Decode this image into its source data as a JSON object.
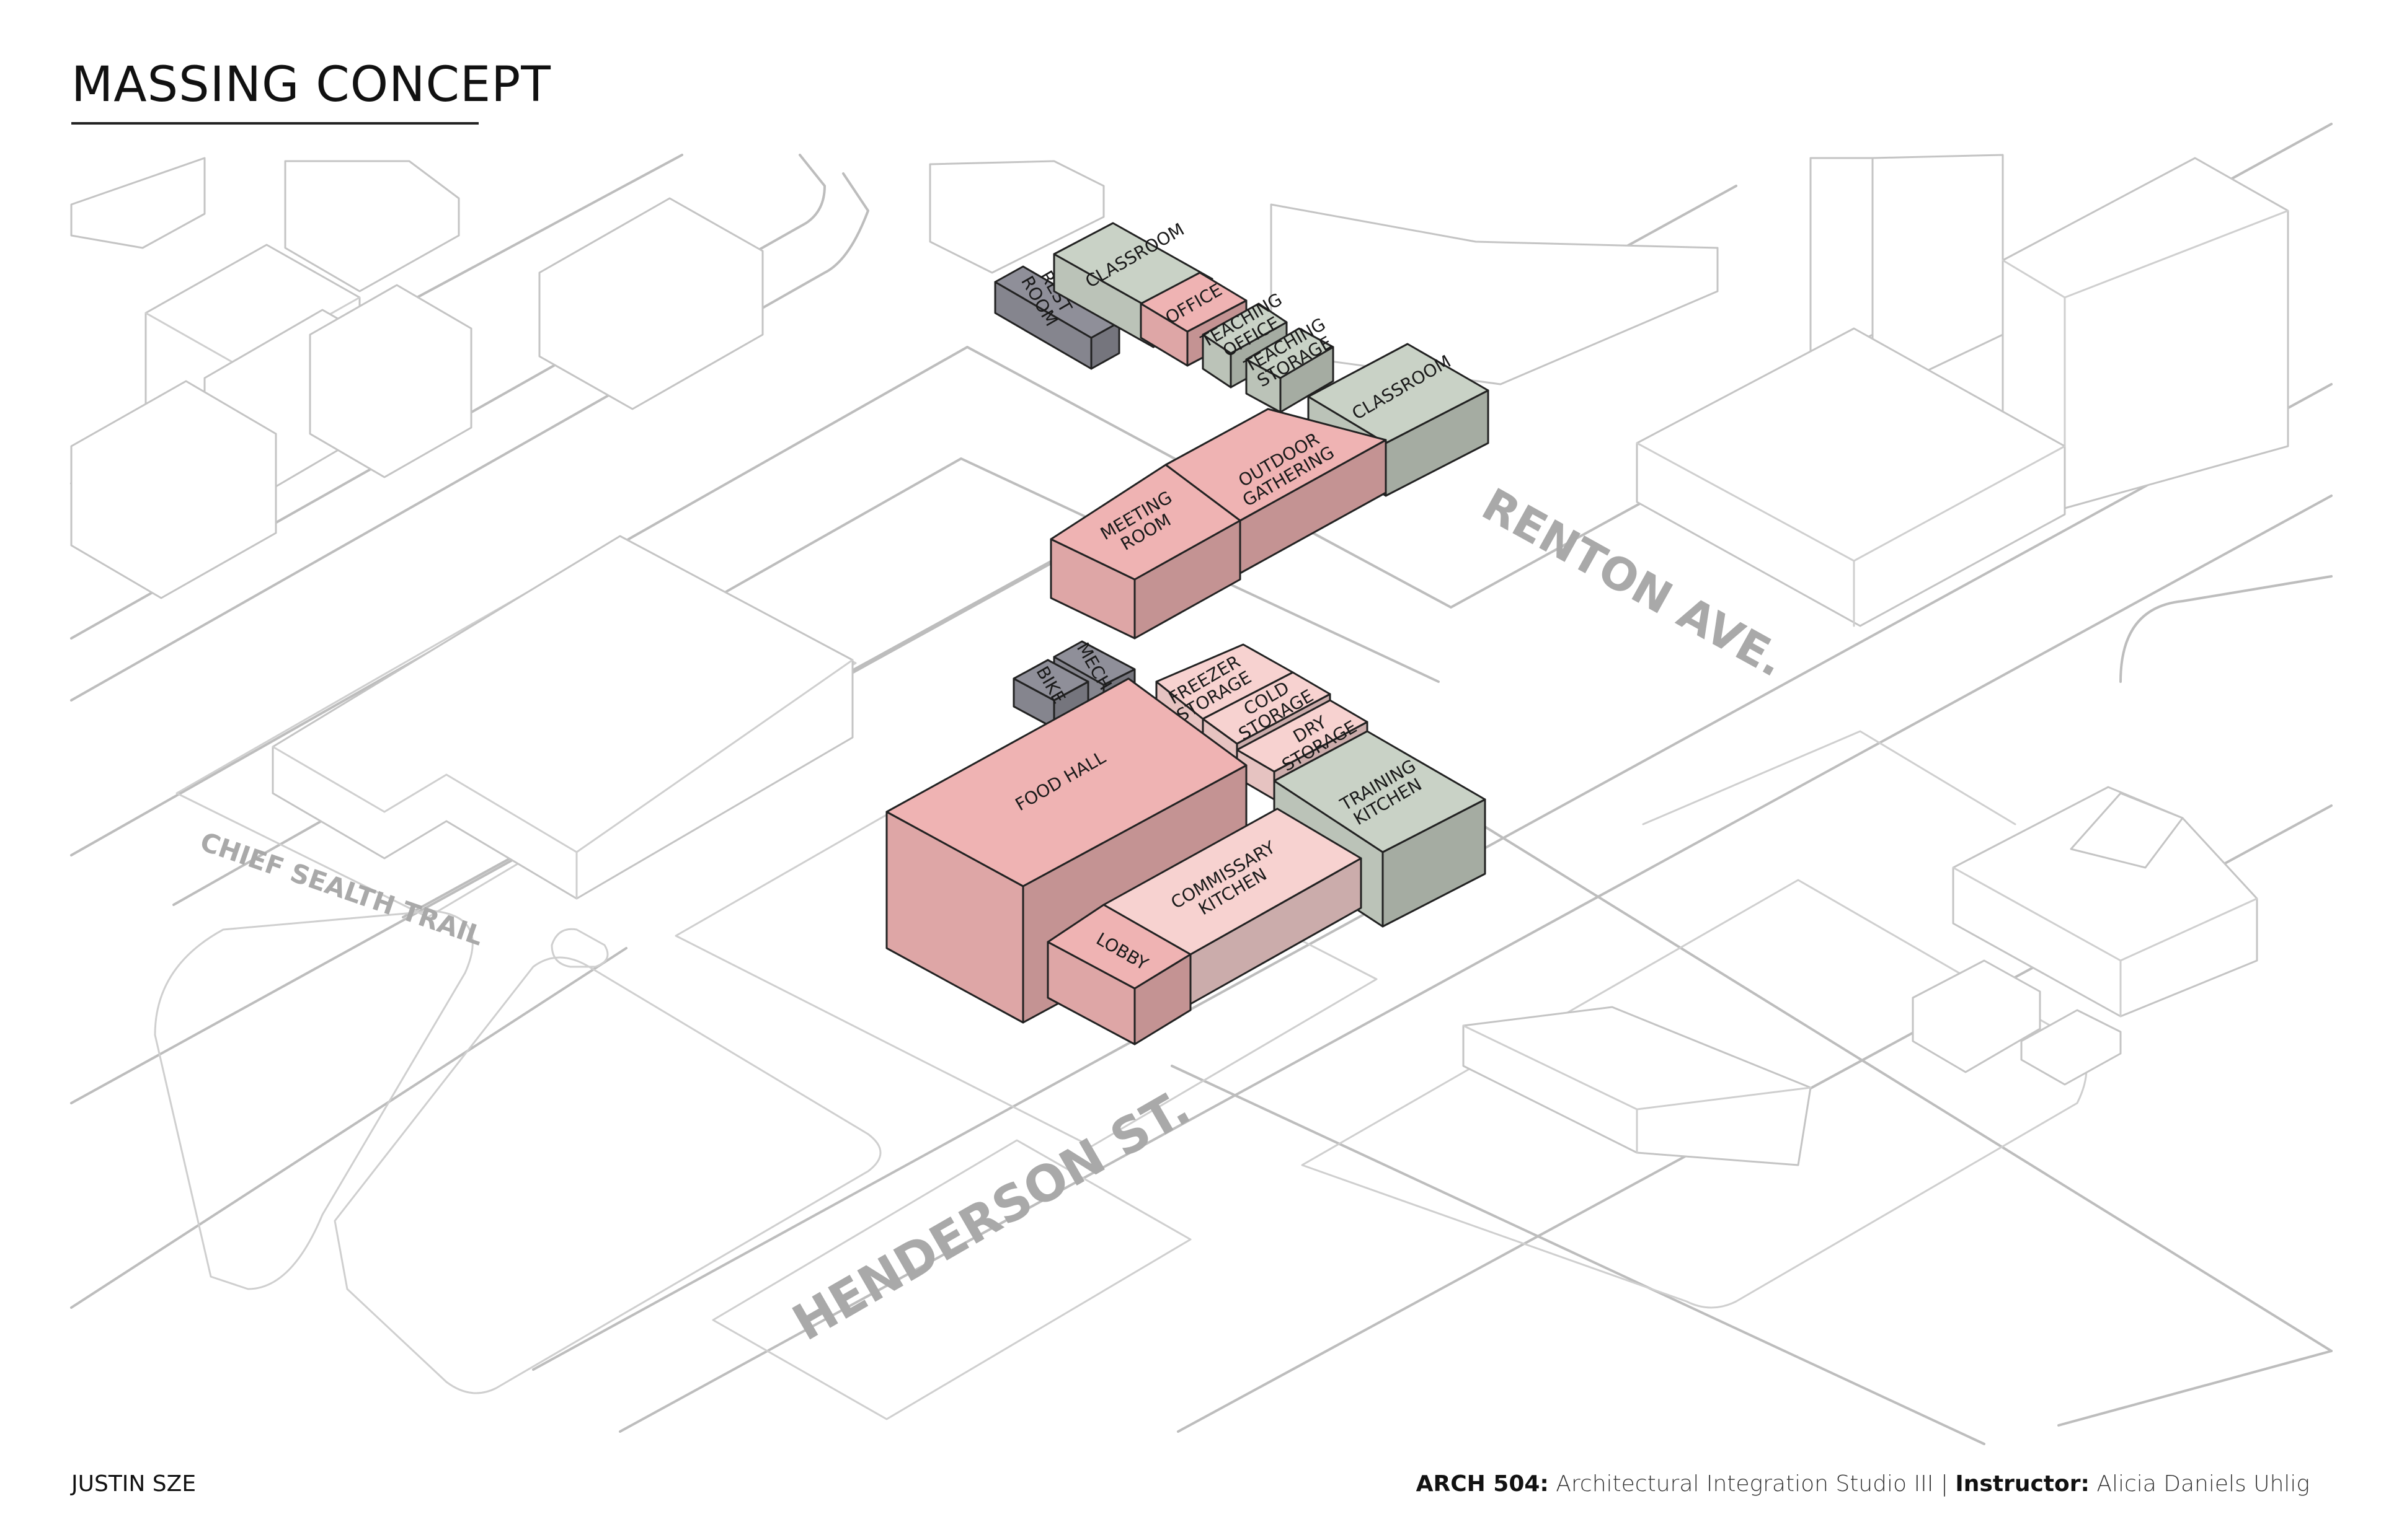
{
  "title": "MASSING CONCEPT",
  "streets": {
    "renton": "RENTON AVE.",
    "henderson": "HENDERSON ST.",
    "trail": "CHIEF SEALTH TRAIL"
  },
  "program": {
    "classroom_1": "CLASSROOM",
    "office": "OFFICE",
    "teaching_office": [
      "TEACHING",
      "OFFICE"
    ],
    "teaching_storage": [
      "TEACHING",
      "STORAGE"
    ],
    "classroom_2": "CLASSROOM",
    "rest_room": [
      "REST",
      "ROOM"
    ],
    "outdoor_gathering": [
      "OUTDOOR",
      "GATHERING"
    ],
    "meeting_room": [
      "MEETING",
      "ROOM"
    ],
    "mech": "MECH",
    "bike": "BIKE",
    "food_hall": "FOOD HALL",
    "freezer_storage": [
      "FREEZER",
      "STORAGE"
    ],
    "cold_storage": [
      "COLD",
      "STORAGE"
    ],
    "dry_storage": [
      "DRY",
      "STORAGE"
    ],
    "training_kitchen": [
      "TRAINING",
      "KITCHEN"
    ],
    "commissary_kitchen": [
      "COMMISSARY",
      "KITCHEN"
    ],
    "lobby": "LOBBY"
  },
  "colors": {
    "public": "#efb3b3",
    "public_light": "#f7d2d0",
    "education": "#c9d2c6",
    "service": "#8f8f99"
  },
  "footer": {
    "author": "JUSTIN SZE",
    "course_code": "ARCH 504:",
    "course_name": "Architectural Integration Studio III",
    "separator": "|",
    "instructor_label": "Instructor:",
    "instructor_name": "Alicia Daniels Uhlig"
  }
}
